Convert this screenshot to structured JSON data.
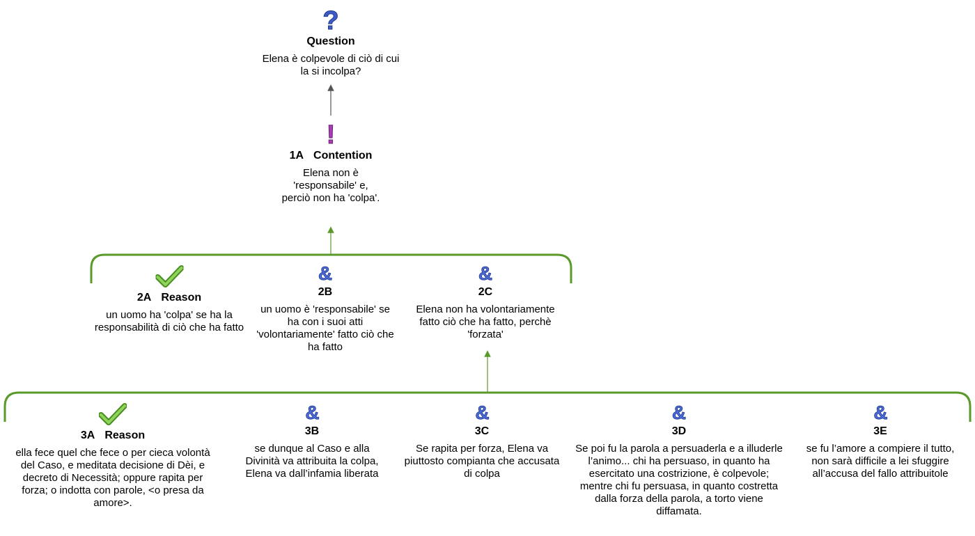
{
  "colors": {
    "green": "#5a9a2a",
    "arrow_dark": "#555555",
    "question_blue": "#3d5cc7",
    "exclaim_purple": "#a63fb0",
    "ampersand_blue": "#4b6ad6",
    "check_green": "#6fbf3a"
  },
  "nodes": {
    "question": {
      "icon": "question-mark-icon",
      "label": "Question",
      "text": "Elena è colpevole di ciò di cui la si incolpa?"
    },
    "n1a": {
      "icon": "exclamation-mark-icon",
      "code": "1A",
      "label": "Contention",
      "text": "Elena non è 'responsabile' e, perciò non ha 'colpa'."
    },
    "n2a": {
      "icon": "checkmark-icon",
      "code": "2A",
      "label": "Reason",
      "text": "un uomo ha 'colpa' se ha la responsabilità di ciò che ha fatto"
    },
    "n2b": {
      "icon": "ampersand-icon",
      "code": "2B",
      "label": "",
      "text": "un uomo è 'responsabile' se ha con i suoi atti 'volontariamente' fatto ciò che ha fatto"
    },
    "n2c": {
      "icon": "ampersand-icon",
      "code": "2C",
      "label": "",
      "text": "Elena non ha volontariamente fatto ciò che ha fatto, perchè 'forzata'"
    },
    "n3a": {
      "icon": "checkmark-icon",
      "code": "3A",
      "label": "Reason",
      "text": "ella fece quel che fece o per cieca volontà del Caso, e meditata decisione di Dèi, e decreto di Necessità; oppure rapita per forza; o indotta con parole, <o presa da amore>."
    },
    "n3b": {
      "icon": "ampersand-icon",
      "code": "3B",
      "label": "",
      "text": "se dunque al Caso e alla Divinità va attribuita la colpa, Elena va dall’infamia liberata"
    },
    "n3c": {
      "icon": "ampersand-icon",
      "code": "3C",
      "label": "",
      "text": "Se rapita per forza, Elena va piuttosto compianta che accusata di colpa"
    },
    "n3d": {
      "icon": "ampersand-icon",
      "code": "3D",
      "label": "",
      "text": "Se poi fu la parola a persuaderla e a illuderle l’animo...  chi ha persuaso, in quanto ha esercitato una costrizione, è colpevole; mentre chi fu persuasa, in quanto costretta dalla forza della parola, a torto viene diffamata."
    },
    "n3e": {
      "icon": "ampersand-icon",
      "code": "3E",
      "label": "",
      "text": "se fu l’amore a compiere il tutto, non sarà difficile a lei sfuggire all’accusa del fallo attribuitole"
    }
  }
}
